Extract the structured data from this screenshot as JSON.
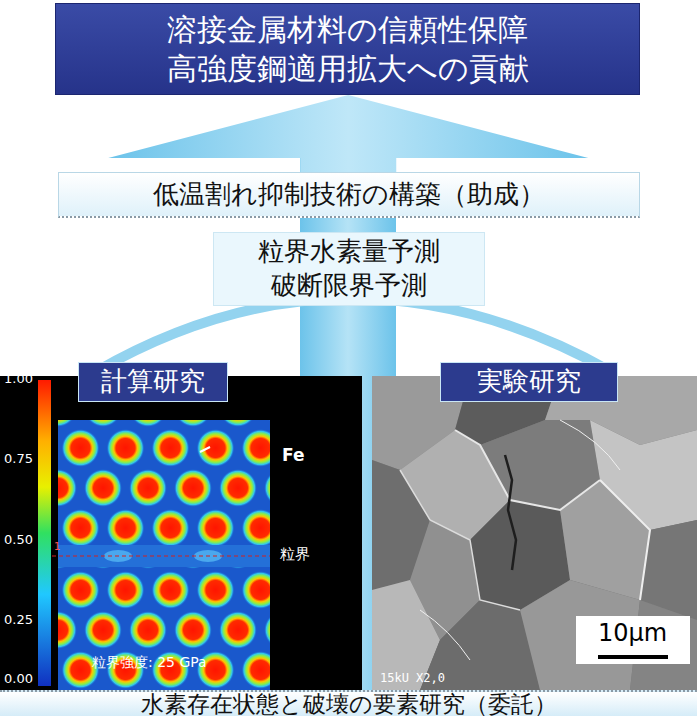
{
  "diagram": {
    "nodes": [
      {
        "text": [
          "溶接金属材料の信頼性保障 高強度鋼適用拡大への貢献"
        ]
      },
      {
        "text": [
          "低温割れ抑制技術の構築（助成）"
        ]
      },
      {
        "text": [
          "粒界水素量予測 破断限界予測"
        ]
      },
      {
        "text": [
          "計算研究"
        ]
      },
      {
        "text": [
          "実験研究"
        ]
      },
      {
        "text": [
          "水素存在状態と破壊の要素研究（委託）"
        ]
      }
    ],
    "edges": [
      {
        "from": 1,
        "to": 0,
        "arrow": "to"
      }
    ],
    "labels": [
      "1.00",
      "0.75",
      "0.50",
      "0.25",
      "0.00",
      "1",
      "Fe",
      "粒界",
      "粒界強度: 25 GPa",
      "15kU X2,0",
      "10μm"
    ]
  }
}
